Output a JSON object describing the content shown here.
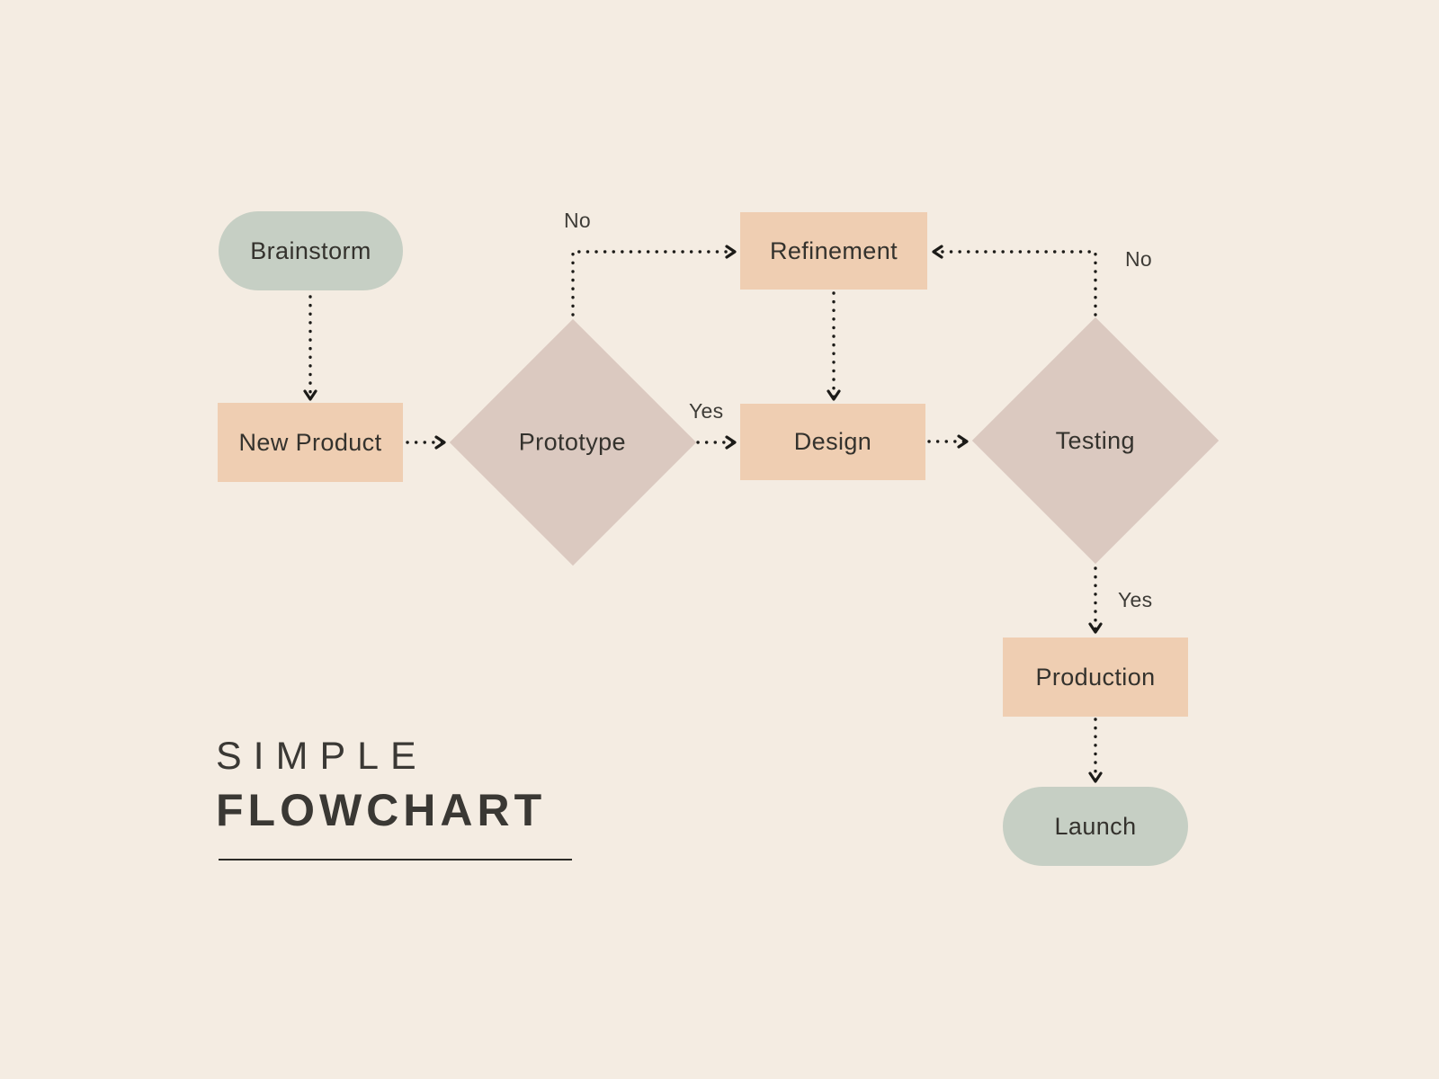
{
  "title": {
    "line1": "SIMPLE",
    "line2": "FLOWCHART"
  },
  "colors": {
    "background": "#f4ece2",
    "terminal_fill": "#c6cfc4",
    "process_fill": "#efceb2",
    "decision_fill": "#dbc9c0",
    "node_text": "#34322d",
    "label_text": "#3e3c37",
    "title_text": "#3a3834",
    "rule_color": "#2c2b27",
    "arrow": "#1c1b18"
  },
  "nodes": {
    "brainstorm": {
      "label": "Brainstorm",
      "shape": "terminal"
    },
    "new_product": {
      "label": "New Product",
      "shape": "process"
    },
    "prototype": {
      "label": "Prototype",
      "shape": "decision"
    },
    "refinement": {
      "label": "Refinement",
      "shape": "process"
    },
    "design": {
      "label": "Design",
      "shape": "process"
    },
    "testing": {
      "label": "Testing",
      "shape": "decision"
    },
    "production": {
      "label": "Production",
      "shape": "process"
    },
    "launch": {
      "label": "Launch",
      "shape": "terminal"
    }
  },
  "edges": [
    {
      "from": "brainstorm",
      "to": "new_product",
      "label": ""
    },
    {
      "from": "new_product",
      "to": "prototype",
      "label": ""
    },
    {
      "from": "prototype",
      "to": "refinement",
      "label": "No"
    },
    {
      "from": "prototype",
      "to": "design",
      "label": "Yes"
    },
    {
      "from": "refinement",
      "to": "design",
      "label": ""
    },
    {
      "from": "design",
      "to": "testing",
      "label": ""
    },
    {
      "from": "testing",
      "to": "refinement",
      "label": "No"
    },
    {
      "from": "testing",
      "to": "production",
      "label": "Yes"
    },
    {
      "from": "production",
      "to": "launch",
      "label": ""
    }
  ]
}
